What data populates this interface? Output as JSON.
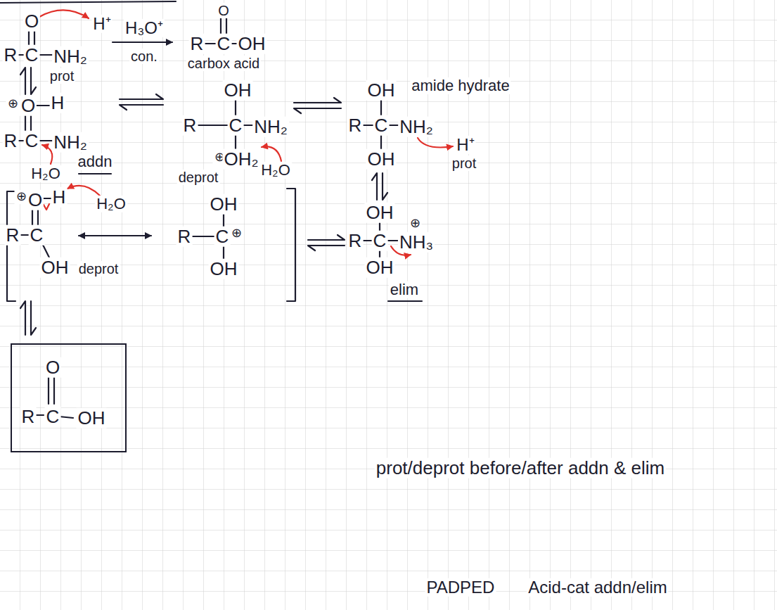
{
  "diagram": {
    "nodes": [
      {
        "text": [
          "O",
          "R",
          "C",
          "OH"
        ]
      }
    ],
    "labels": [
      "O",
      "H⁺",
      "R",
      "C",
      "NH₂",
      "H₃O⁺",
      "con.",
      "O",
      "R",
      "C",
      "OH",
      "carbox acid",
      "prot",
      "⊕",
      "O",
      "H",
      "R",
      "C",
      "NH₂",
      "H₂O",
      "addn",
      "OH",
      "R",
      "C",
      "NH₂",
      "⊕",
      "OH₂",
      "deprot",
      "H₂O",
      "OH",
      "amide hydrate",
      "R",
      "C",
      "NH₂",
      "OH",
      "H⁺",
      "prot",
      "⊕",
      "O",
      "H",
      "H₂O",
      "R",
      "C",
      "OH",
      "deprot",
      "OH",
      "R",
      "C",
      "⊕",
      "OH",
      "OH",
      "⊕",
      "R",
      "C",
      "NH₃",
      "OH",
      "elim",
      "prot/deprot before/after addn & elim",
      "PADPED",
      "Acid-cat addn/elim"
    ]
  }
}
